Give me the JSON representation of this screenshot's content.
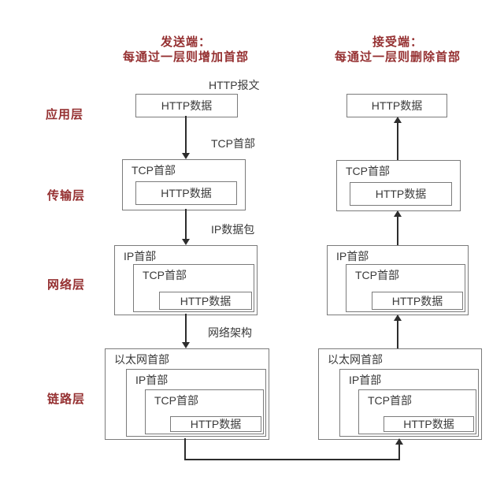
{
  "colors": {
    "accent_red": "#953031",
    "box_border": "#7b7b7b",
    "box_text": "#3a3a3a",
    "arrow": "#2d2d2d",
    "background": "#ffffff"
  },
  "headers": {
    "sender": {
      "title": "发送端：",
      "subtitle": "每通过一层则增加首部"
    },
    "receiver": {
      "title": "接受端：",
      "subtitle": "每通过一层则删除首部"
    }
  },
  "layers": {
    "application": "应用层",
    "transport": "传输层",
    "network": "网络层",
    "link": "链路层"
  },
  "boxes": {
    "http_data": "HTTP数据",
    "tcp_header": "TCP首部",
    "ip_header": "IP首部",
    "ethernet_header": "以太网首部"
  },
  "flow_labels": {
    "http_message": "HTTP报文",
    "tcp_header": "TCP首部",
    "ip_packet": "IP数据包",
    "network_architecture": "网络架构"
  }
}
